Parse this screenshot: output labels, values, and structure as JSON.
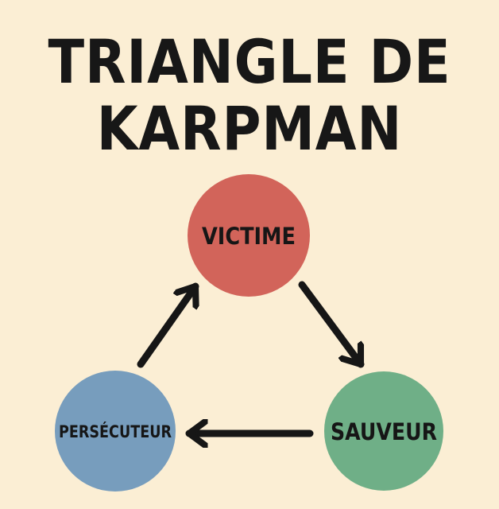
{
  "title": {
    "line1": "TRIANGLE DE",
    "line2": "KARPMAN"
  },
  "colors": {
    "background": "#fbeed4",
    "text": "#171717",
    "arrow": "#161616"
  },
  "nodes": [
    {
      "id": "victime",
      "label": "VICTIME",
      "color": "#d2645a"
    },
    {
      "id": "sauveur",
      "label": "SAUVEUR",
      "color": "#6faf87"
    },
    {
      "id": "persecuteur",
      "label": "PERSÉCUTEUR",
      "color": "#779dbd"
    }
  ],
  "edges": [
    {
      "from": "victime",
      "to": "sauveur"
    },
    {
      "from": "sauveur",
      "to": "persecuteur"
    },
    {
      "from": "persecuteur",
      "to": "victime"
    }
  ]
}
